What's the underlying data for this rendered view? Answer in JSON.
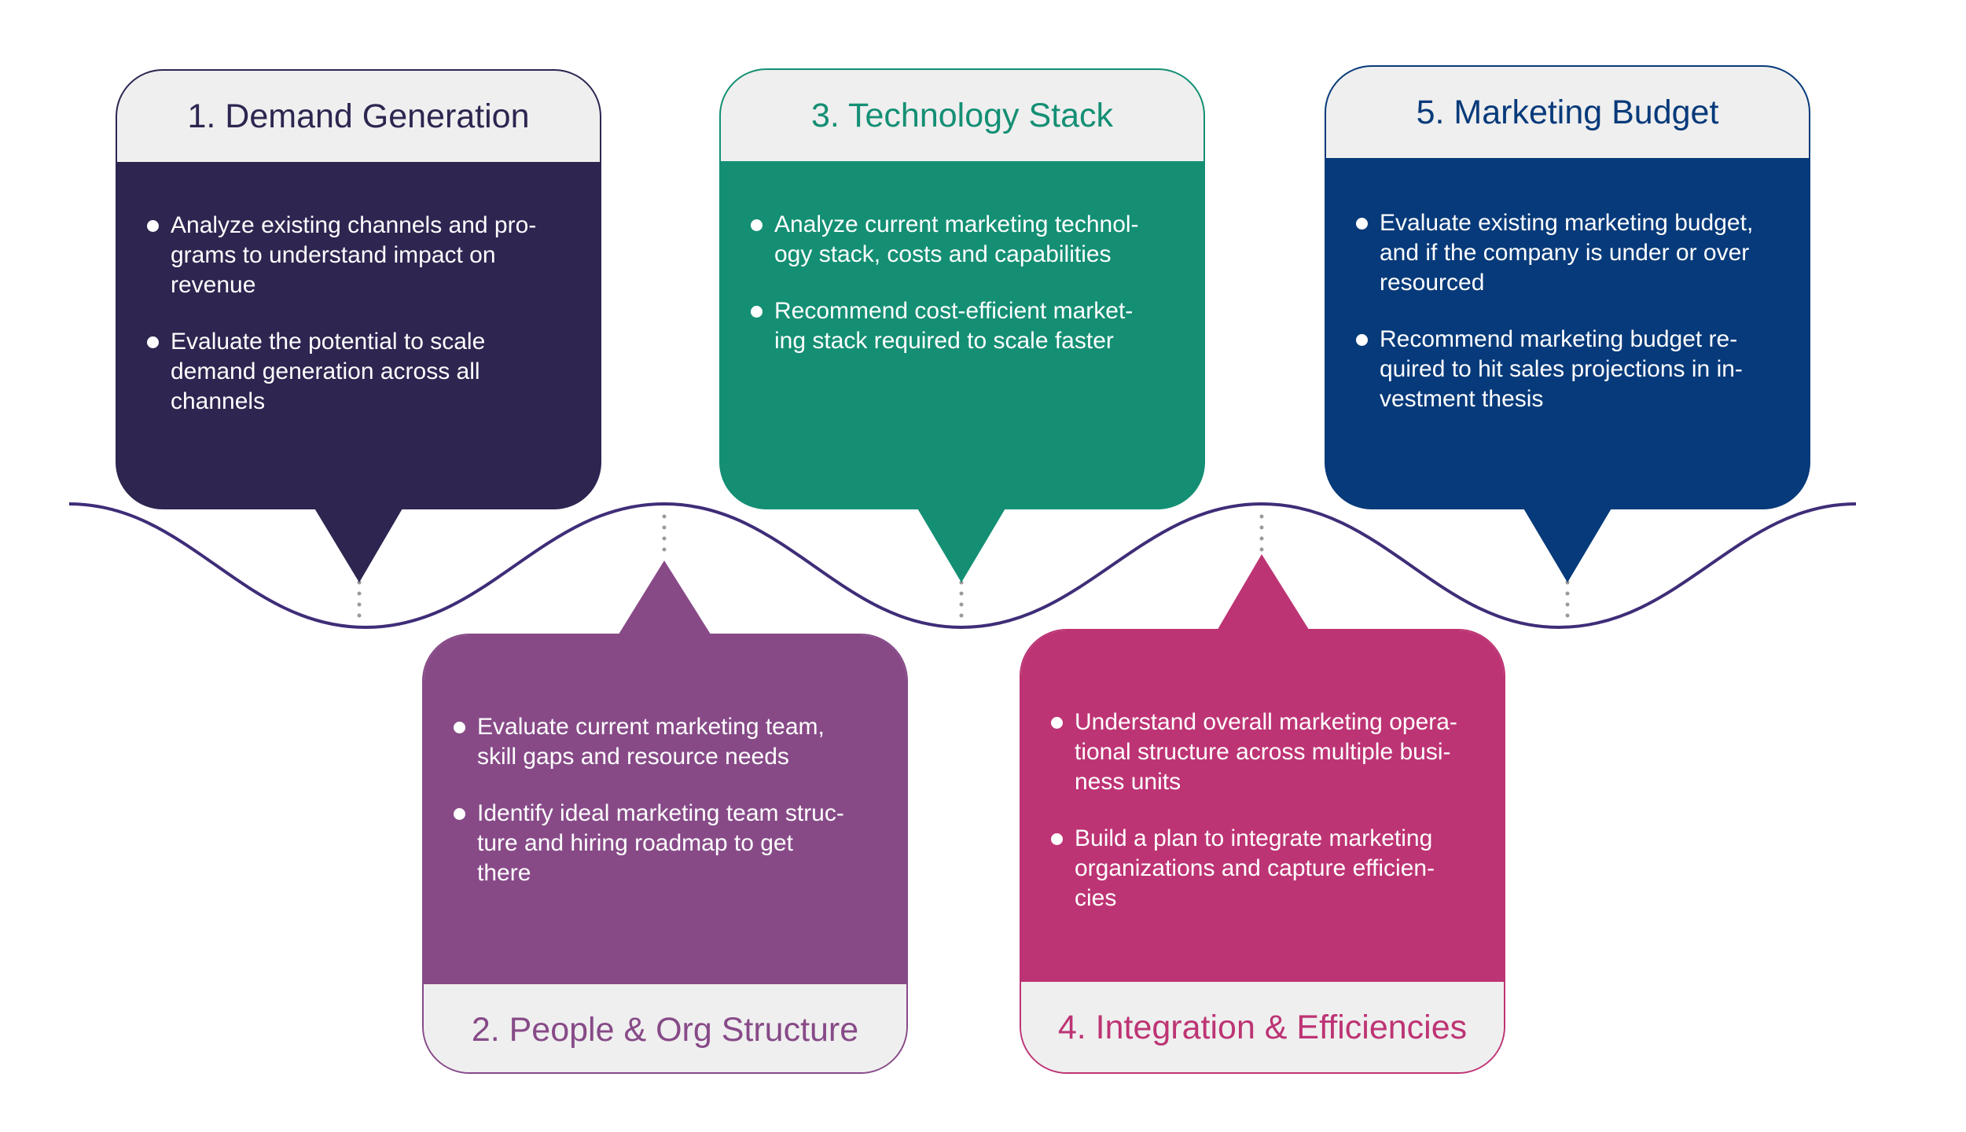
{
  "colors": {
    "demand": "#2e2550",
    "people": "#874a87",
    "tech": "#148f74",
    "integration": "#bd3474",
    "budget": "#073a7a",
    "header_bg": "#efefef",
    "wave": "#3f2d78"
  },
  "steps": [
    {
      "title": "1. Demand Generation",
      "bullets": [
        [
          "Analyze existing channels and pro-",
          "grams to understand impact on",
          "revenue"
        ],
        [
          "Evaluate the potential to scale",
          "demand generation across all",
          "channels"
        ]
      ]
    },
    {
      "title": "2. People & Org Structure",
      "bullets": [
        [
          "Evaluate current marketing team,",
          "skill gaps and resource needs"
        ],
        [
          "Identify ideal marketing team struc-",
          "ture and hiring roadmap to get",
          "there"
        ]
      ]
    },
    {
      "title": "3. Technology Stack",
      "bullets": [
        [
          "Analyze current marketing technol-",
          "ogy stack, costs and capabilities"
        ],
        [
          "Recommend cost-efficient market-",
          "ing stack required to scale faster"
        ]
      ]
    },
    {
      "title": "4. Integration & Efficiencies",
      "bullets": [
        [
          "Understand overall marketing opera-",
          "tional structure across multiple busi-",
          "ness units"
        ],
        [
          "Build a plan to integrate marketing",
          "organizations and capture efficien-",
          "cies"
        ]
      ]
    },
    {
      "title": "5. Marketing Budget",
      "bullets": [
        [
          "Evaluate existing marketing budget,",
          "and if the company is under or over",
          "resourced"
        ],
        [
          "Recommend marketing budget re-",
          "quired to hit sales projections in in-",
          "vestment thesis"
        ]
      ]
    }
  ]
}
